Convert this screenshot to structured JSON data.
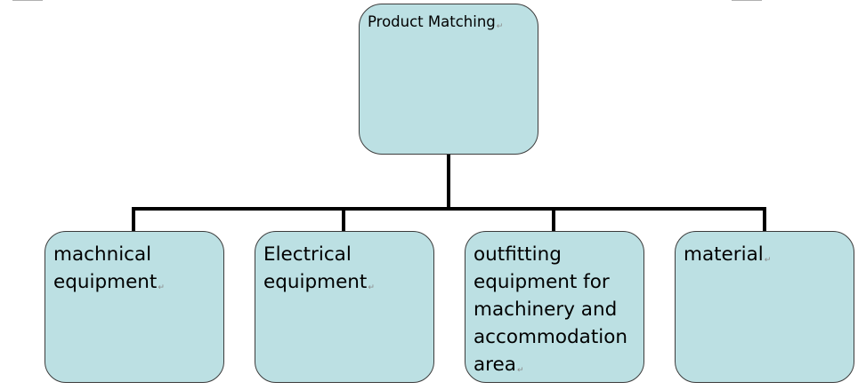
{
  "diagram": {
    "root": {
      "label": "Product Matching"
    },
    "children": [
      {
        "id": "mechanical",
        "label": "machnical equipment"
      },
      {
        "id": "electrical",
        "label": "Electrical equipment"
      },
      {
        "id": "outfitting",
        "label": "outfitting equipment for machinery and accommodation area"
      },
      {
        "id": "material",
        "label": "material"
      }
    ],
    "paragraph_mark": "↵",
    "colors": {
      "box_fill": "#bce0e3",
      "box_border": "#3c3c3c",
      "connector": "#000000"
    }
  }
}
